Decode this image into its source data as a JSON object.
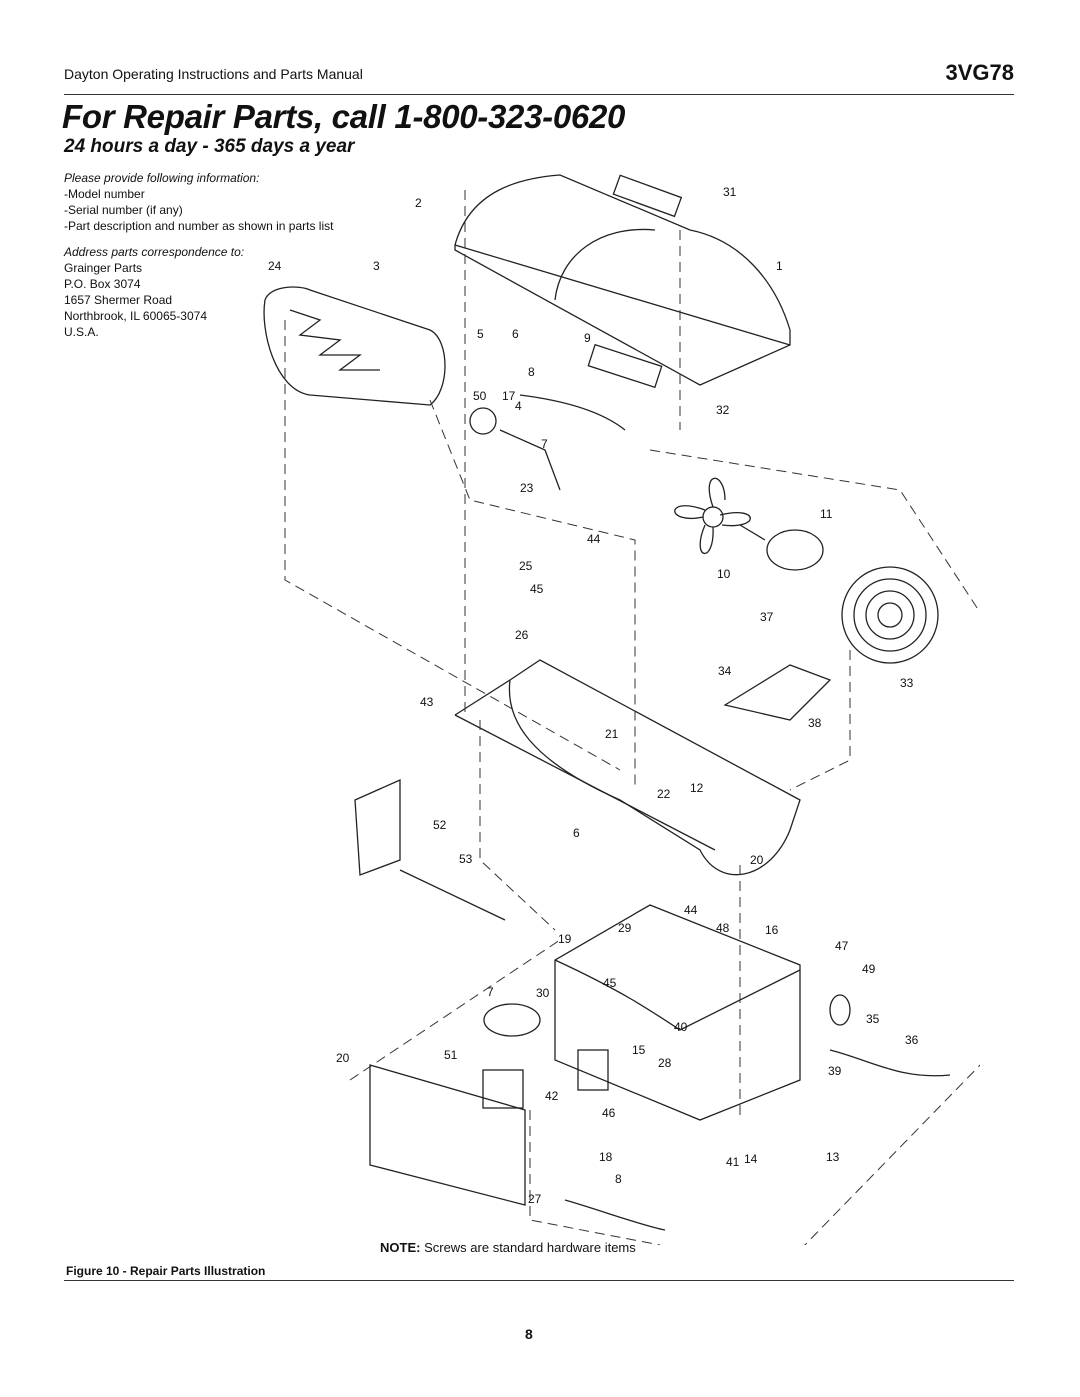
{
  "header": {
    "manual_title": "Dayton Operating Instructions and Parts Manual",
    "model": "3VG78"
  },
  "title": "For Repair Parts, call 1-800-323-0620",
  "subtitle": "24 hours a day - 365 days a year",
  "info": {
    "provide_heading": "Please provide following information:",
    "provide_items": [
      "-Model number",
      "-Serial number (if any)",
      "-Part description and number as shown in parts list"
    ],
    "address_heading": "Address parts correspondence to:",
    "address_lines": [
      "Grainger Parts",
      "P.O. Box 3074",
      "1657 Shermer Road",
      "Northbrook, IL  60065-3074",
      "U.S.A."
    ]
  },
  "diagram": {
    "part_labels": [
      "2",
      "31",
      "24",
      "3",
      "1",
      "5",
      "6",
      "9",
      "8",
      "50",
      "17",
      "4",
      "32",
      "7",
      "23",
      "11",
      "44",
      "25",
      "10",
      "45",
      "37",
      "26",
      "34",
      "33",
      "43",
      "38",
      "21",
      "22",
      "12",
      "52",
      "6",
      "20",
      "53",
      "44",
      "29",
      "48",
      "16",
      "19",
      "47",
      "49",
      "45",
      "7",
      "30",
      "40",
      "35",
      "36",
      "20",
      "51",
      "15",
      "28",
      "39",
      "42",
      "46",
      "18",
      "41",
      "14",
      "13",
      "8",
      "27"
    ]
  },
  "note": {
    "prefix": "NOTE:",
    "text": " Screws are standard hardware items"
  },
  "figure_caption": "Figure 10 - Repair Parts Illustration",
  "page_number": "8"
}
